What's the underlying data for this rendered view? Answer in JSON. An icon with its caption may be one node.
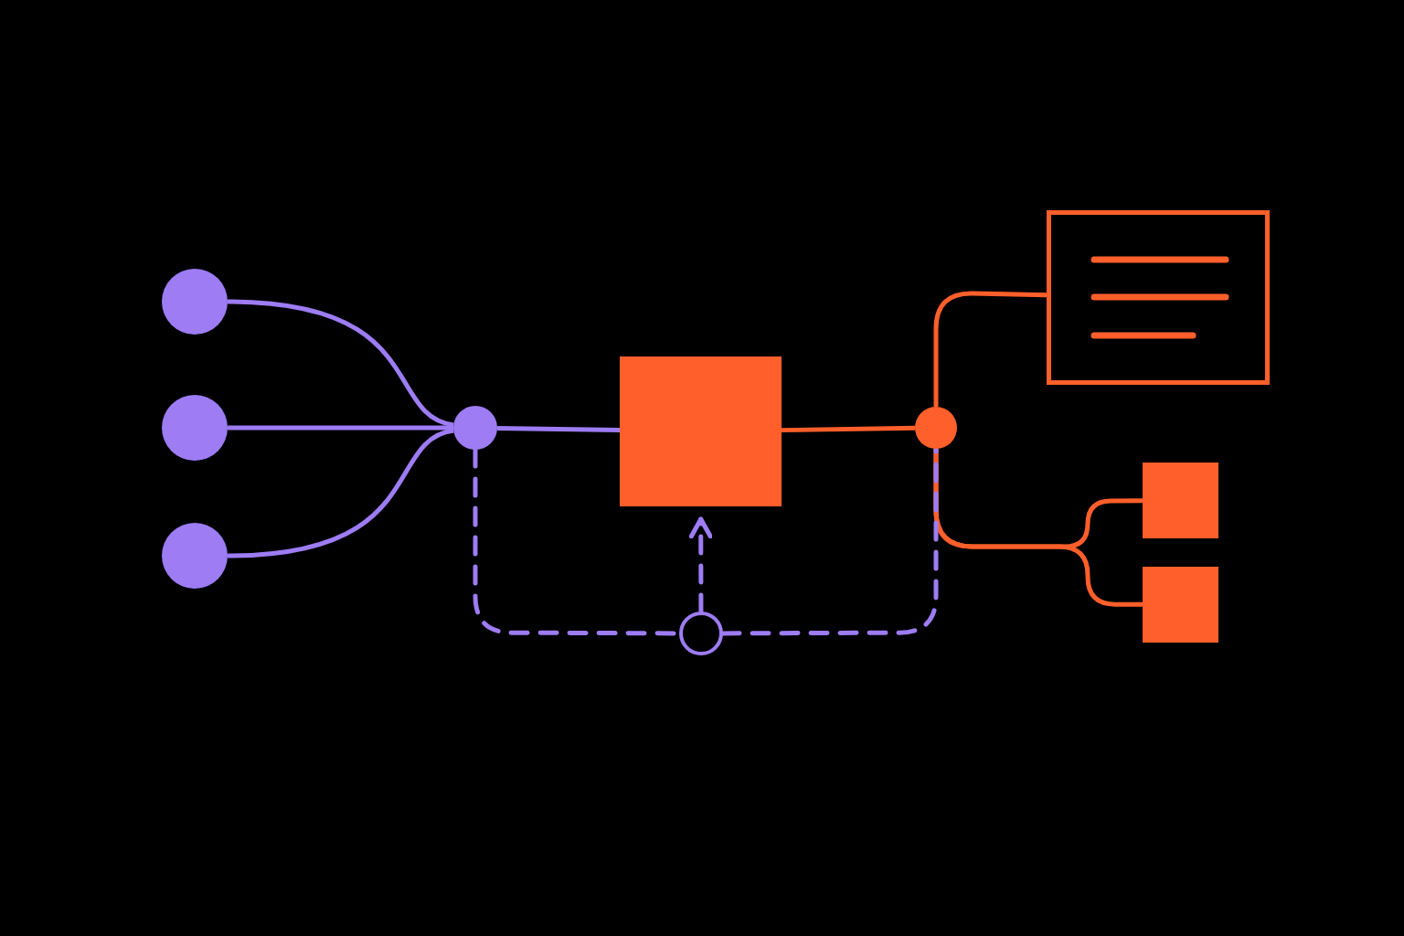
{
  "diagram": {
    "nodes": [
      {
        "text": [],
        "shape": "circle"
      },
      {
        "text": [],
        "shape": "circle"
      },
      {
        "text": [],
        "shape": "circle"
      },
      {
        "text": [],
        "shape": "circle"
      },
      {
        "text": [],
        "shape": "box"
      },
      {
        "text": [],
        "shape": "circle"
      },
      {
        "text": [],
        "shape": "box"
      },
      {
        "text": [],
        "shape": "box"
      },
      {
        "text": [],
        "shape": "box"
      },
      {
        "text": [],
        "shape": "circle"
      }
    ],
    "edges": [
      {
        "from": 0,
        "to": 3,
        "arrow": "none"
      },
      {
        "from": 1,
        "to": 3,
        "arrow": "none"
      },
      {
        "from": 2,
        "to": 3,
        "arrow": "none"
      },
      {
        "from": 3,
        "to": 4,
        "arrow": "none"
      },
      {
        "from": 4,
        "to": 5,
        "arrow": "none",
        "color": "#ff5f2a"
      },
      {
        "from": 5,
        "to": 6,
        "arrow": "none",
        "color": "#ff5f2a"
      },
      {
        "from": 5,
        "to": 7,
        "arrow": "none",
        "color": "#ff5f2a"
      },
      {
        "from": 5,
        "to": 8,
        "arrow": "none",
        "color": "#ff5f2a"
      },
      {
        "from": 3,
        "to": 9,
        "arrow": "none",
        "style": "dashed"
      },
      {
        "from": 9,
        "to": 4,
        "arrow": "to",
        "style": "dashed"
      },
      {
        "from": 9,
        "to": 5,
        "arrow": "none",
        "style": "dashed"
      }
    ]
  }
}
